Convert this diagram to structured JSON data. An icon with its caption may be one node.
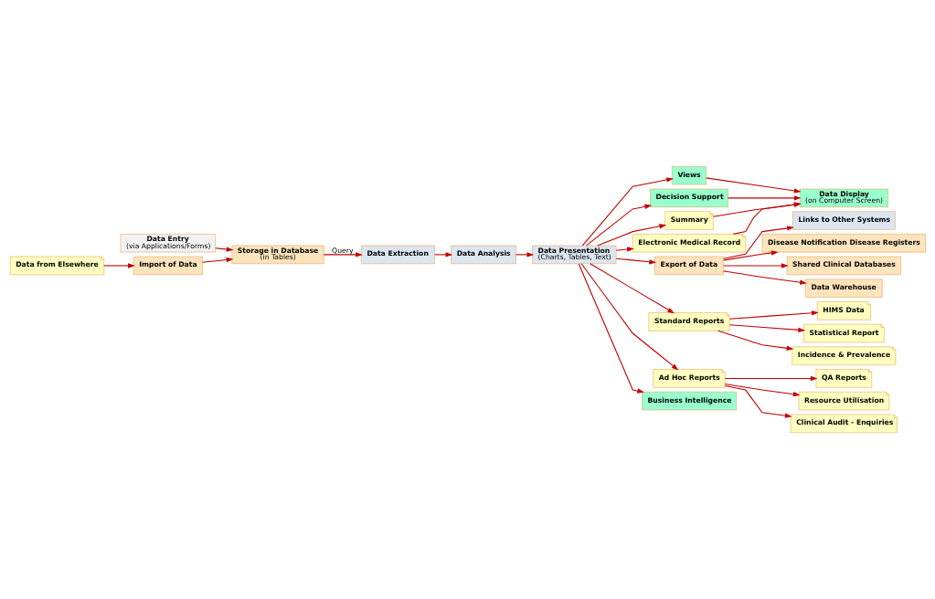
{
  "diagram": {
    "nodes": [
      {
        "text": [
          "Data Entry",
          "(via Applications/Forms)"
        ]
      },
      {
        "text": [
          "Data Display",
          "(on Computer Screen)"
        ]
      },
      {
        "text": [
          "Storage in Database",
          "(in Tables)"
        ]
      },
      {
        "text": [
          "Import of Data"
        ]
      },
      {
        "text": [
          "Data from Elsewhere"
        ]
      },
      {
        "text": [
          "Data Extraction"
        ]
      },
      {
        "text": [
          "Data Analysis"
        ]
      },
      {
        "text": [
          "Views"
        ]
      },
      {
        "text": [
          "Decision Support"
        ]
      },
      {
        "text": [
          "Summary"
        ]
      },
      {
        "text": [
          "Electronic Medical Record"
        ]
      },
      {
        "text": [
          "Data Presentation",
          "(Charts, Tables, Text)"
        ]
      },
      {
        "text": [
          "Export of Data"
        ]
      },
      {
        "text": [
          "Links to Other Systems"
        ]
      },
      {
        "text": [
          "Disease Notification Disease Registers"
        ]
      },
      {
        "text": [
          "Shared Clinical Databases"
        ]
      },
      {
        "text": [
          "Data Warehouse"
        ]
      },
      {
        "text": [
          "Standard Reports"
        ]
      },
      {
        "text": [
          "Ad Hoc Reports"
        ]
      },
      {
        "text": [
          "Business Intelligence"
        ]
      },
      {
        "text": [
          "HIMS Data"
        ]
      },
      {
        "text": [
          "Statistical Report"
        ]
      },
      {
        "text": [
          "Incidence & Prevalence"
        ]
      },
      {
        "text": [
          "QA Reports"
        ]
      },
      {
        "text": [
          "Resource Utilisation"
        ]
      },
      {
        "text": [
          "Clinical Audit - Enquiries"
        ]
      }
    ],
    "edges": [
      {
        "from": 0,
        "to": 2,
        "arrow": "to"
      },
      {
        "from": 3,
        "to": 2,
        "arrow": "to"
      },
      {
        "from": 4,
        "to": 3,
        "arrow": "to"
      },
      {
        "from": 2,
        "to": 5,
        "arrow": "to",
        "label": "Query"
      },
      {
        "from": 5,
        "to": 6,
        "arrow": "to"
      },
      {
        "from": 6,
        "to": 11,
        "arrow": "to"
      },
      {
        "from": 11,
        "to": 7,
        "arrow": "to"
      },
      {
        "from": 11,
        "to": 8,
        "arrow": "to"
      },
      {
        "from": 11,
        "to": 9,
        "arrow": "to"
      },
      {
        "from": 11,
        "to": 10,
        "arrow": "to"
      },
      {
        "from": 7,
        "to": 1,
        "arrow": "to"
      },
      {
        "from": 8,
        "to": 1,
        "arrow": "to"
      },
      {
        "from": 9,
        "to": 1,
        "arrow": "to"
      },
      {
        "from": 10,
        "to": 1,
        "arrow": "to"
      },
      {
        "from": 11,
        "to": 12,
        "arrow": "to"
      },
      {
        "from": 12,
        "to": 13,
        "arrow": "to"
      },
      {
        "from": 12,
        "to": 14,
        "arrow": "to"
      },
      {
        "from": 12,
        "to": 15,
        "arrow": "to"
      },
      {
        "from": 12,
        "to": 16,
        "arrow": "to"
      },
      {
        "from": 11,
        "to": 17,
        "arrow": "to"
      },
      {
        "from": 11,
        "to": 18,
        "arrow": "to"
      },
      {
        "from": 11,
        "to": 19,
        "arrow": "to"
      },
      {
        "from": 17,
        "to": 20,
        "arrow": "to"
      },
      {
        "from": 17,
        "to": 21,
        "arrow": "to"
      },
      {
        "from": 17,
        "to": 22,
        "arrow": "to"
      },
      {
        "from": 18,
        "to": 23,
        "arrow": "to"
      },
      {
        "from": 18,
        "to": 24,
        "arrow": "to"
      },
      {
        "from": 18,
        "to": 25,
        "arrow": "to"
      }
    ]
  }
}
